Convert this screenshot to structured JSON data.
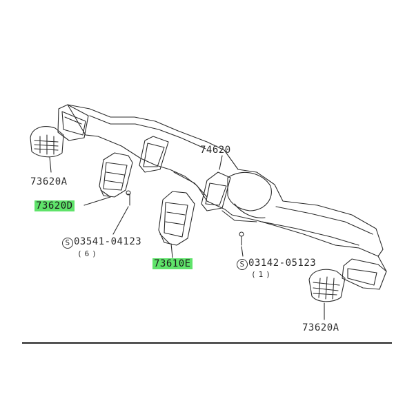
{
  "colors": {
    "line": "#2a2a2a",
    "highlight": "#5fe36a",
    "background": "#ffffff"
  },
  "parts": {
    "duct": "74620",
    "vent_left": "73620A",
    "vent_right": "73620A",
    "vent_center_left": "73620D",
    "vent_center_right": "73610E",
    "screw_a_symbol": "S",
    "screw_a": "03541-04123",
    "screw_a_qty": "(6)",
    "screw_b_symbol": "S",
    "screw_b": "03142-05123",
    "screw_b_qty": "(1)"
  }
}
